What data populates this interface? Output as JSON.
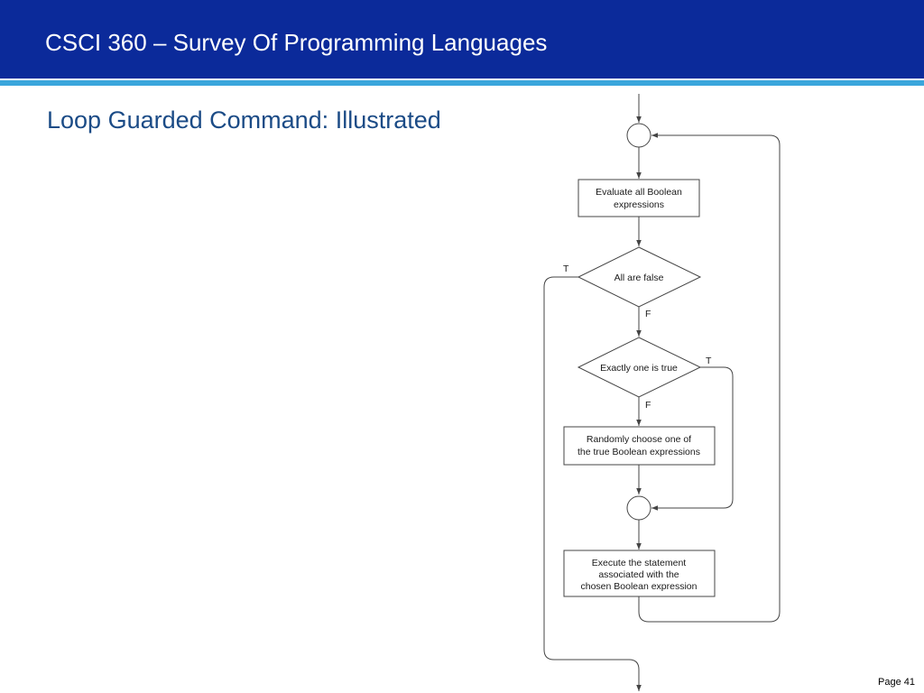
{
  "header": {
    "title": "CSCI 360 – Survey Of Programming Languages"
  },
  "slide": {
    "title": "Loop Guarded Command: Illustrated"
  },
  "footer": {
    "page": "Page 41"
  },
  "colors": {
    "header_bg": "#0b2a9a",
    "accent_stripe": "#3aa6dc",
    "title_text": "#1b4b86"
  },
  "diagram": {
    "evaluate_box": [
      "Evaluate all Boolean",
      "expressions"
    ],
    "all_false": "All are false",
    "exactly_one": "Exactly one is true",
    "random_box": [
      "Randomly choose one of",
      "the true Boolean expressions"
    ],
    "execute_box": [
      "Execute the statement",
      "associated with the",
      "chosen Boolean expression"
    ],
    "label_t": "T",
    "label_f": "F"
  }
}
